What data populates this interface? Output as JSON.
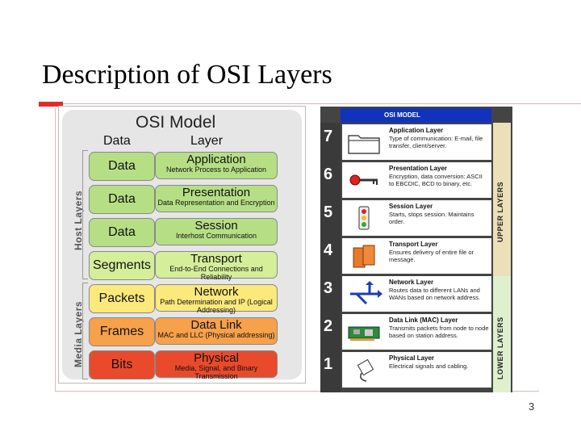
{
  "slide": {
    "title": "Description of OSI Layers",
    "page_number": "3",
    "accent_color": "#e32b2b"
  },
  "left_figure": {
    "title": "OSI Model",
    "data_header": "Data",
    "layer_header": "Layer",
    "host_layers_label": "Host Layers",
    "media_layers_label": "Media Layers",
    "rows": [
      {
        "data": "Data",
        "name": "Application",
        "desc": "Network Process to Application",
        "data_color": "#b6df85",
        "layer_color": "#b6df85"
      },
      {
        "data": "Data",
        "name": "Presentation",
        "desc": "Data Representation and Encryption",
        "data_color": "#b6df85",
        "layer_color": "#b6df85"
      },
      {
        "data": "Data",
        "name": "Session",
        "desc": "Interhost Communication",
        "data_color": "#b6df85",
        "layer_color": "#b6df85"
      },
      {
        "data": "Segments",
        "name": "Transport",
        "desc": "End-to-End Connections and Reliability",
        "data_color": "#d5ee9a",
        "layer_color": "#d5ee9a"
      },
      {
        "data": "Packets",
        "name": "Network",
        "desc": "Path Determination and IP (Logical Addressing)",
        "data_color": "#fbe97c",
        "layer_color": "#fbe97c"
      },
      {
        "data": "Frames",
        "name": "Data Link",
        "desc": "MAC and LLC (Physical addressing)",
        "data_color": "#f7a14a",
        "layer_color": "#f7a14a"
      },
      {
        "data": "Bits",
        "name": "Physical",
        "desc": "Media, Signal, and Binary Transmission",
        "data_color": "#ea4a2c",
        "layer_color": "#ea4a2c"
      }
    ]
  },
  "right_figure": {
    "header": "OSI MODEL",
    "upper_label": "UPPER LAYERS",
    "lower_label": "LOWER LAYERS",
    "upper_color": "#ece0b8",
    "lower_color": "#dff0cf",
    "header_color": "#1133bb",
    "rows": [
      {
        "num": "7",
        "name": "Application Layer",
        "desc": "Type of communication: E-mail, file transfer, client/server.",
        "icon": "folder-icon"
      },
      {
        "num": "6",
        "name": "Presentation Layer",
        "desc": "Encryption, data conversion: ASCII to EBCDIC, BCD to binary, etc.",
        "icon": "key-icon"
      },
      {
        "num": "5",
        "name": "Session Layer",
        "desc": "Starts, stops session. Maintains order.",
        "icon": "traffic-light-icon"
      },
      {
        "num": "4",
        "name": "Transport Layer",
        "desc": "Ensures delivery of entire file or message.",
        "icon": "cargo-box-icon"
      },
      {
        "num": "3",
        "name": "Network Layer",
        "desc": "Routes data to different LANs and WANs based on network address.",
        "icon": "routing-arrows-icon"
      },
      {
        "num": "2",
        "name": "Data Link (MAC) Layer",
        "desc": "Transmits packets from node to node based on station address.",
        "icon": "network-card-icon"
      },
      {
        "num": "1",
        "name": "Physical Layer",
        "desc": "Electrical signals and cabling.",
        "icon": "cable-icon"
      }
    ]
  }
}
